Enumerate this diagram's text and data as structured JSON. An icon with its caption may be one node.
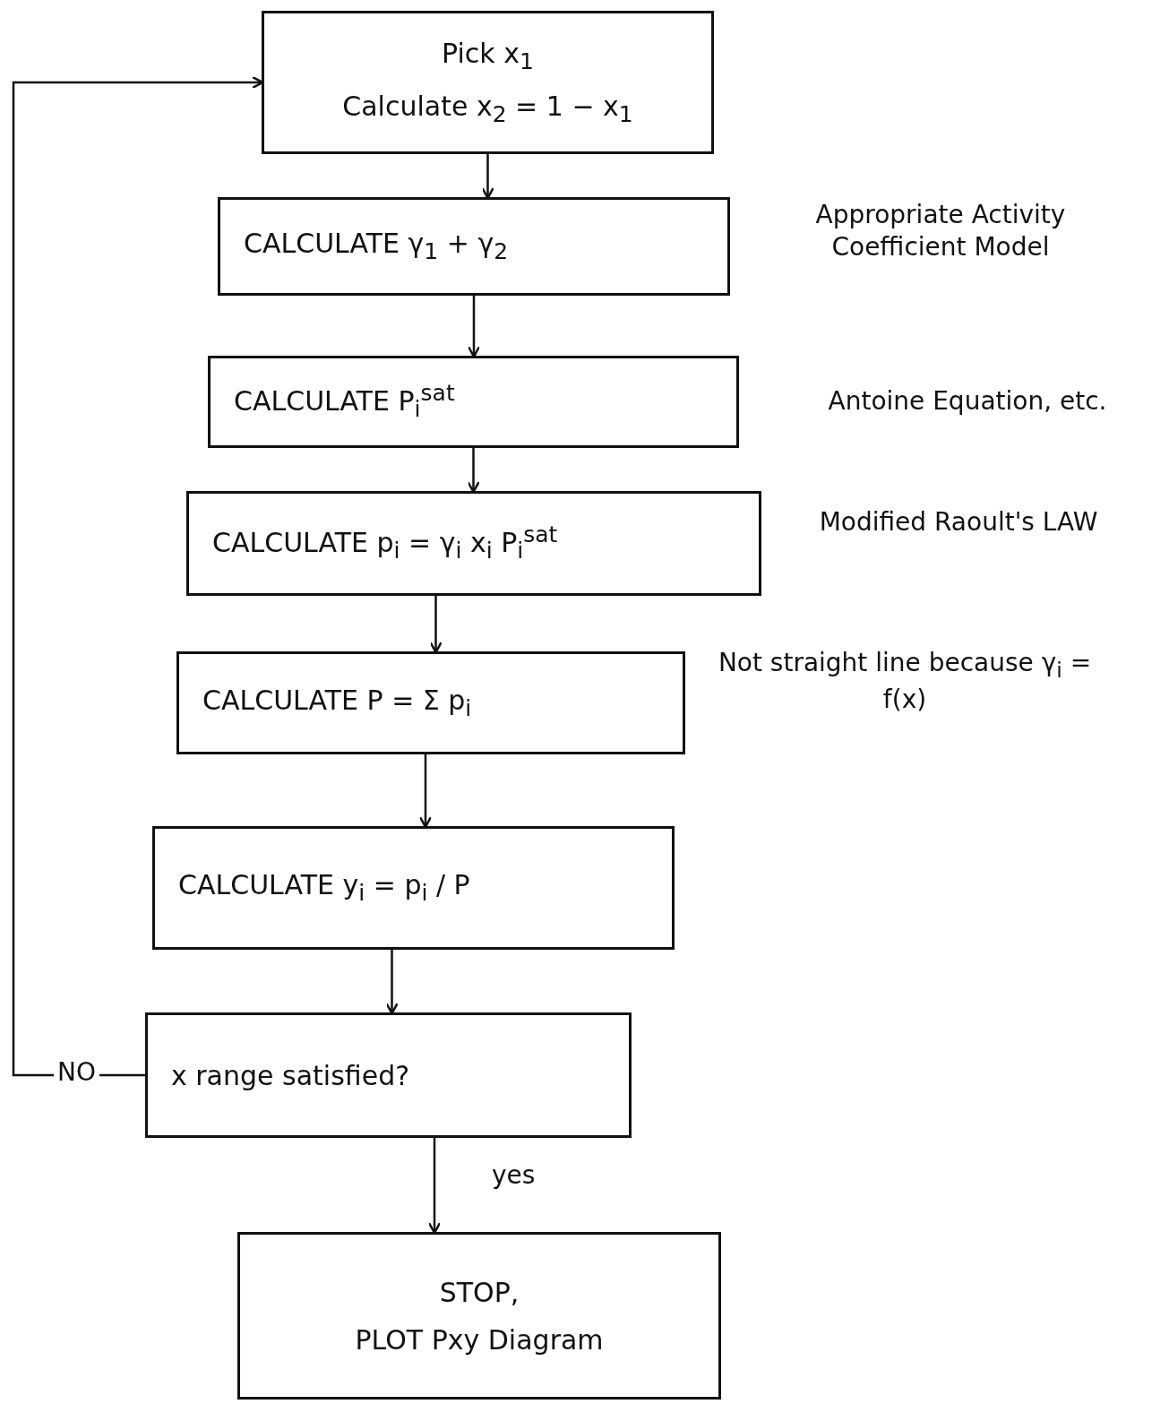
{
  "diagram": {
    "nodes": [
      {
        "text": [
          "Pick x$_{1}$",
          "Calculate x$_{2}$ = 1 − x$_{1}$"
        ]
      },
      {
        "text": [
          "CALCULATE γ$_{1}$ + γ$_{2}$"
        ],
        "beside": [
          "Appropriate Activity Coefficient Model"
        ]
      },
      {
        "text": [
          "CALCULATE P$_{i}$$^{sat}$"
        ],
        "beside": [
          "Antoine Equation, etc."
        ]
      },
      {
        "text": [
          "CALCULATE p$_{i}$ = γ$_{i}$ x$_{i}$ P$_{i}$$^{sat}$"
        ],
        "beside": [
          "Modified Raoult's LAW"
        ]
      },
      {
        "text": [
          "CALCULATE P = Σ p$_{i}$"
        ],
        "beside": [
          "Not straight line because γ$_{i}$ = f(x)"
        ]
      },
      {
        "text": [
          "CALCULATE y$_{i}$ = p$_{i}$ / P"
        ]
      },
      {
        "text": [
          "x range satisfied?"
        ]
      },
      {
        "text": [
          "STOP,",
          "PLOT Pxy Diagram"
        ]
      }
    ],
    "edges": [
      {
        "from": 0,
        "to": 1,
        "arrow": "to"
      },
      {
        "from": 1,
        "to": 2,
        "arrow": "to"
      },
      {
        "from": 2,
        "to": 3,
        "arrow": "to"
      },
      {
        "from": 3,
        "to": 4,
        "arrow": "to"
      },
      {
        "from": 4,
        "to": 5,
        "arrow": "to"
      },
      {
        "from": 5,
        "to": 6,
        "arrow": "to"
      },
      {
        "from": 6,
        "to": 7,
        "arrow": "to",
        "label": "yes"
      },
      {
        "from": 6,
        "to": 0,
        "arrow": "to",
        "label": "NO"
      }
    ]
  }
}
